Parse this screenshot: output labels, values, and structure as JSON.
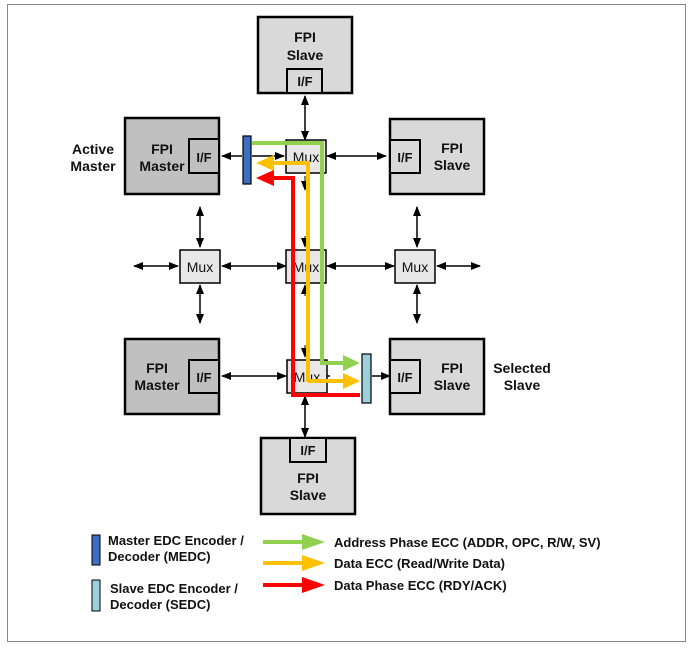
{
  "diagram": {
    "blocks": {
      "slave_top": {
        "line1": "FPI",
        "line2": "Slave",
        "if_label": "I/F"
      },
      "master_active": {
        "line1": "FPI",
        "line2": "Master",
        "if_label": "I/F",
        "side_label_1": "Active",
        "side_label_2": "Master"
      },
      "slave_right_top": {
        "line1": "FPI",
        "line2": "Slave",
        "if_label": "I/F"
      },
      "master_bottom": {
        "line1": "FPI",
        "line2": "Master",
        "if_label": "I/F"
      },
      "slave_selected": {
        "line1": "FPI",
        "line2": "Slave",
        "if_label": "I/F",
        "side_label_1": "Selected",
        "side_label_2": "Slave"
      },
      "slave_bottom": {
        "line1": "FPI",
        "line2": "Slave",
        "if_label": "I/F"
      }
    },
    "mux_label": "Mux",
    "colors": {
      "master_block": "#c0c0c0",
      "slave_block": "#d9d9d9",
      "mux_fill": "#e8e8e8",
      "medc": "#3a6fc4",
      "sedc": "#9ccfdc",
      "address_phase": "#92d050",
      "data_ecc": "#ffc000",
      "data_phase": "#ff0000"
    }
  },
  "legend": {
    "medc_line1": "Master EDC Encoder /",
    "medc_line2": "Decoder (MEDC)",
    "sedc_line1": "Slave EDC Encoder /",
    "sedc_line2": "Decoder (SEDC)",
    "arrows": [
      {
        "label": "Address Phase ECC (ADDR, OPC, R/W, SV)"
      },
      {
        "label": "Data ECC (Read/Write Data)"
      },
      {
        "label": "Data Phase ECC (RDY/ACK)"
      }
    ]
  }
}
